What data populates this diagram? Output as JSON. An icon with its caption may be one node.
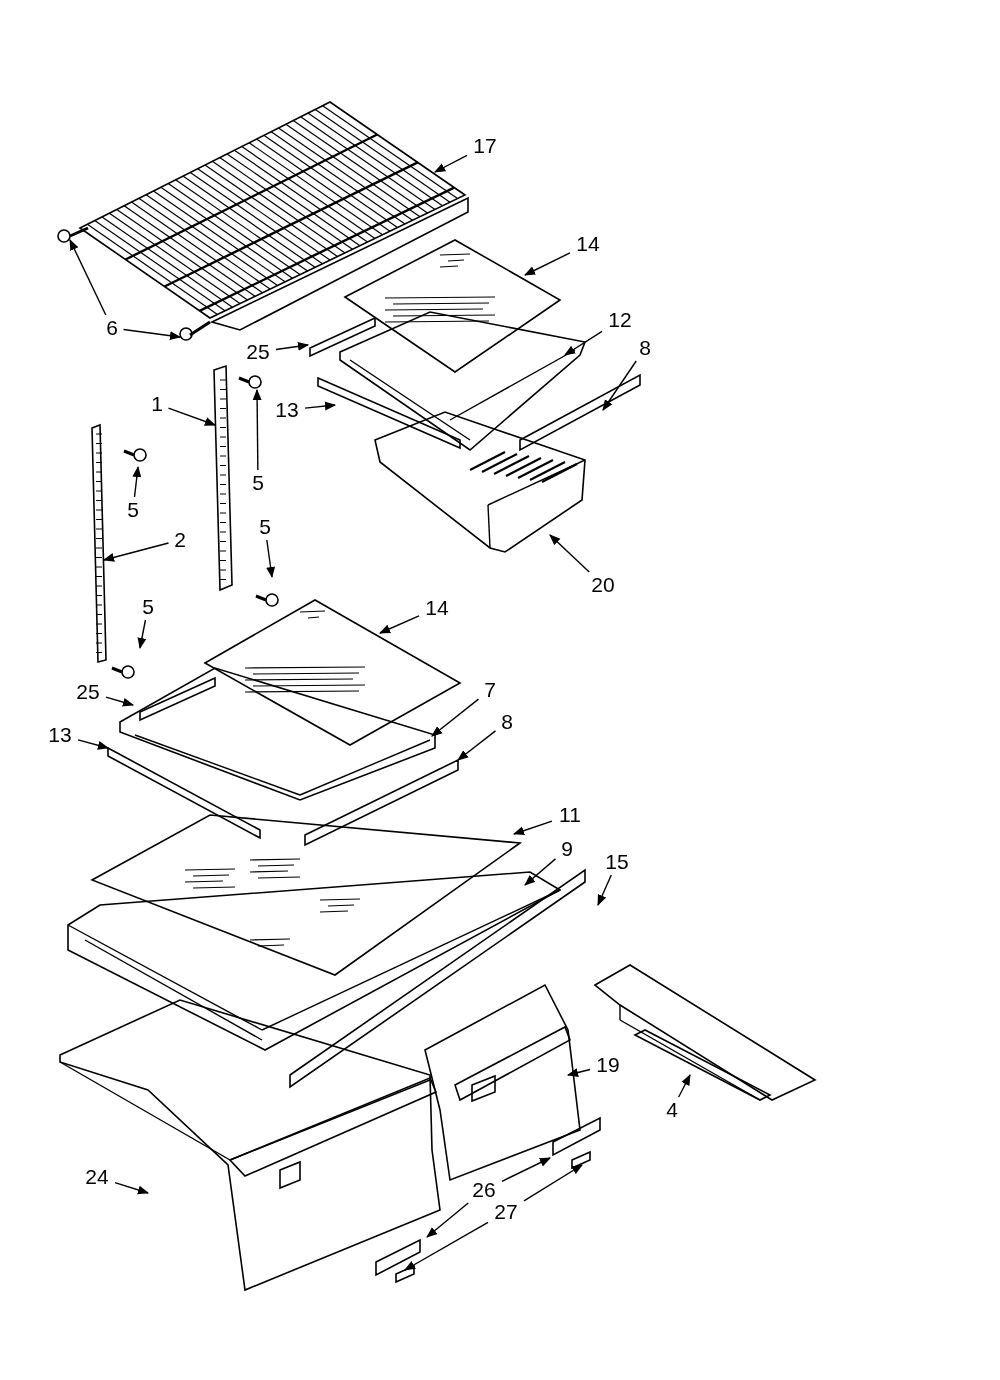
{
  "diagram": {
    "nodes": [
      {
        "text": [
          "17"
        ]
      },
      {
        "text": [
          "6"
        ]
      },
      {
        "text": [
          "14"
        ]
      },
      {
        "text": [
          "25"
        ]
      },
      {
        "text": [
          "12"
        ]
      },
      {
        "text": [
          "8"
        ]
      },
      {
        "text": [
          "13"
        ]
      },
      {
        "text": [
          "1"
        ]
      },
      {
        "text": [
          "5"
        ]
      },
      {
        "text": [
          "5"
        ]
      },
      {
        "text": [
          "2"
        ]
      },
      {
        "text": [
          "5"
        ]
      },
      {
        "text": [
          "20"
        ]
      },
      {
        "text": [
          "14"
        ]
      },
      {
        "text": [
          "5"
        ]
      },
      {
        "text": [
          "25"
        ]
      },
      {
        "text": [
          "7"
        ]
      },
      {
        "text": [
          "13"
        ]
      },
      {
        "text": [
          "8"
        ]
      },
      {
        "text": [
          "11"
        ]
      },
      {
        "text": [
          "9"
        ]
      },
      {
        "text": [
          "15"
        ]
      },
      {
        "text": [
          "19"
        ]
      },
      {
        "text": [
          "4"
        ]
      },
      {
        "text": [
          "24"
        ]
      },
      {
        "text": [
          "26"
        ]
      },
      {
        "text": [
          "27"
        ]
      },
      {
        "text": [],
        "shape": "circle"
      },
      {
        "text": [],
        "shape": "bar"
      }
    ],
    "edges": [
      {
        "from": 0,
        "to": null,
        "arrow": "to"
      },
      {
        "from": 1,
        "to": null,
        "arrow": "to"
      },
      {
        "from": 1,
        "to": null,
        "arrow": "to"
      },
      {
        "from": 2,
        "to": null,
        "arrow": "to"
      },
      {
        "from": 3,
        "to": null,
        "arrow": "to"
      },
      {
        "from": 4,
        "to": null,
        "arrow": "to"
      },
      {
        "from": 5,
        "to": null,
        "arrow": "to"
      },
      {
        "from": 6,
        "to": null,
        "arrow": "to"
      },
      {
        "from": 7,
        "to": null,
        "arrow": "to"
      },
      {
        "from": 8,
        "to": 27,
        "arrow": "to"
      },
      {
        "from": 9,
        "to": null,
        "arrow": "to"
      },
      {
        "from": 10,
        "to": 28,
        "arrow": "to"
      },
      {
        "from": 11,
        "to": null,
        "arrow": "to"
      },
      {
        "from": 12,
        "to": null,
        "arrow": "to"
      },
      {
        "from": 13,
        "to": null,
        "arrow": "to"
      },
      {
        "from": 14,
        "to": null,
        "arrow": "to"
      },
      {
        "from": 15,
        "to": null,
        "arrow": "to"
      },
      {
        "from": 16,
        "to": null,
        "arrow": "to"
      },
      {
        "from": 17,
        "to": null,
        "arrow": "to"
      },
      {
        "from": 18,
        "to": null,
        "arrow": "to"
      },
      {
        "from": 19,
        "to": null,
        "arrow": "to"
      },
      {
        "from": 20,
        "to": null,
        "arrow": "to"
      },
      {
        "from": 21,
        "to": null,
        "arrow": "to"
      },
      {
        "from": 22,
        "to": null,
        "arrow": "to"
      },
      {
        "from": 23,
        "to": null,
        "arrow": "to"
      },
      {
        "from": 24,
        "to": null,
        "arrow": "to"
      },
      {
        "from": 25,
        "to": null,
        "arrow": "to"
      },
      {
        "from": 25,
        "to": null,
        "arrow": "to"
      },
      {
        "from": 26,
        "to": null,
        "arrow": "to"
      },
      {
        "from": 26,
        "to": null,
        "arrow": "to"
      }
    ]
  }
}
